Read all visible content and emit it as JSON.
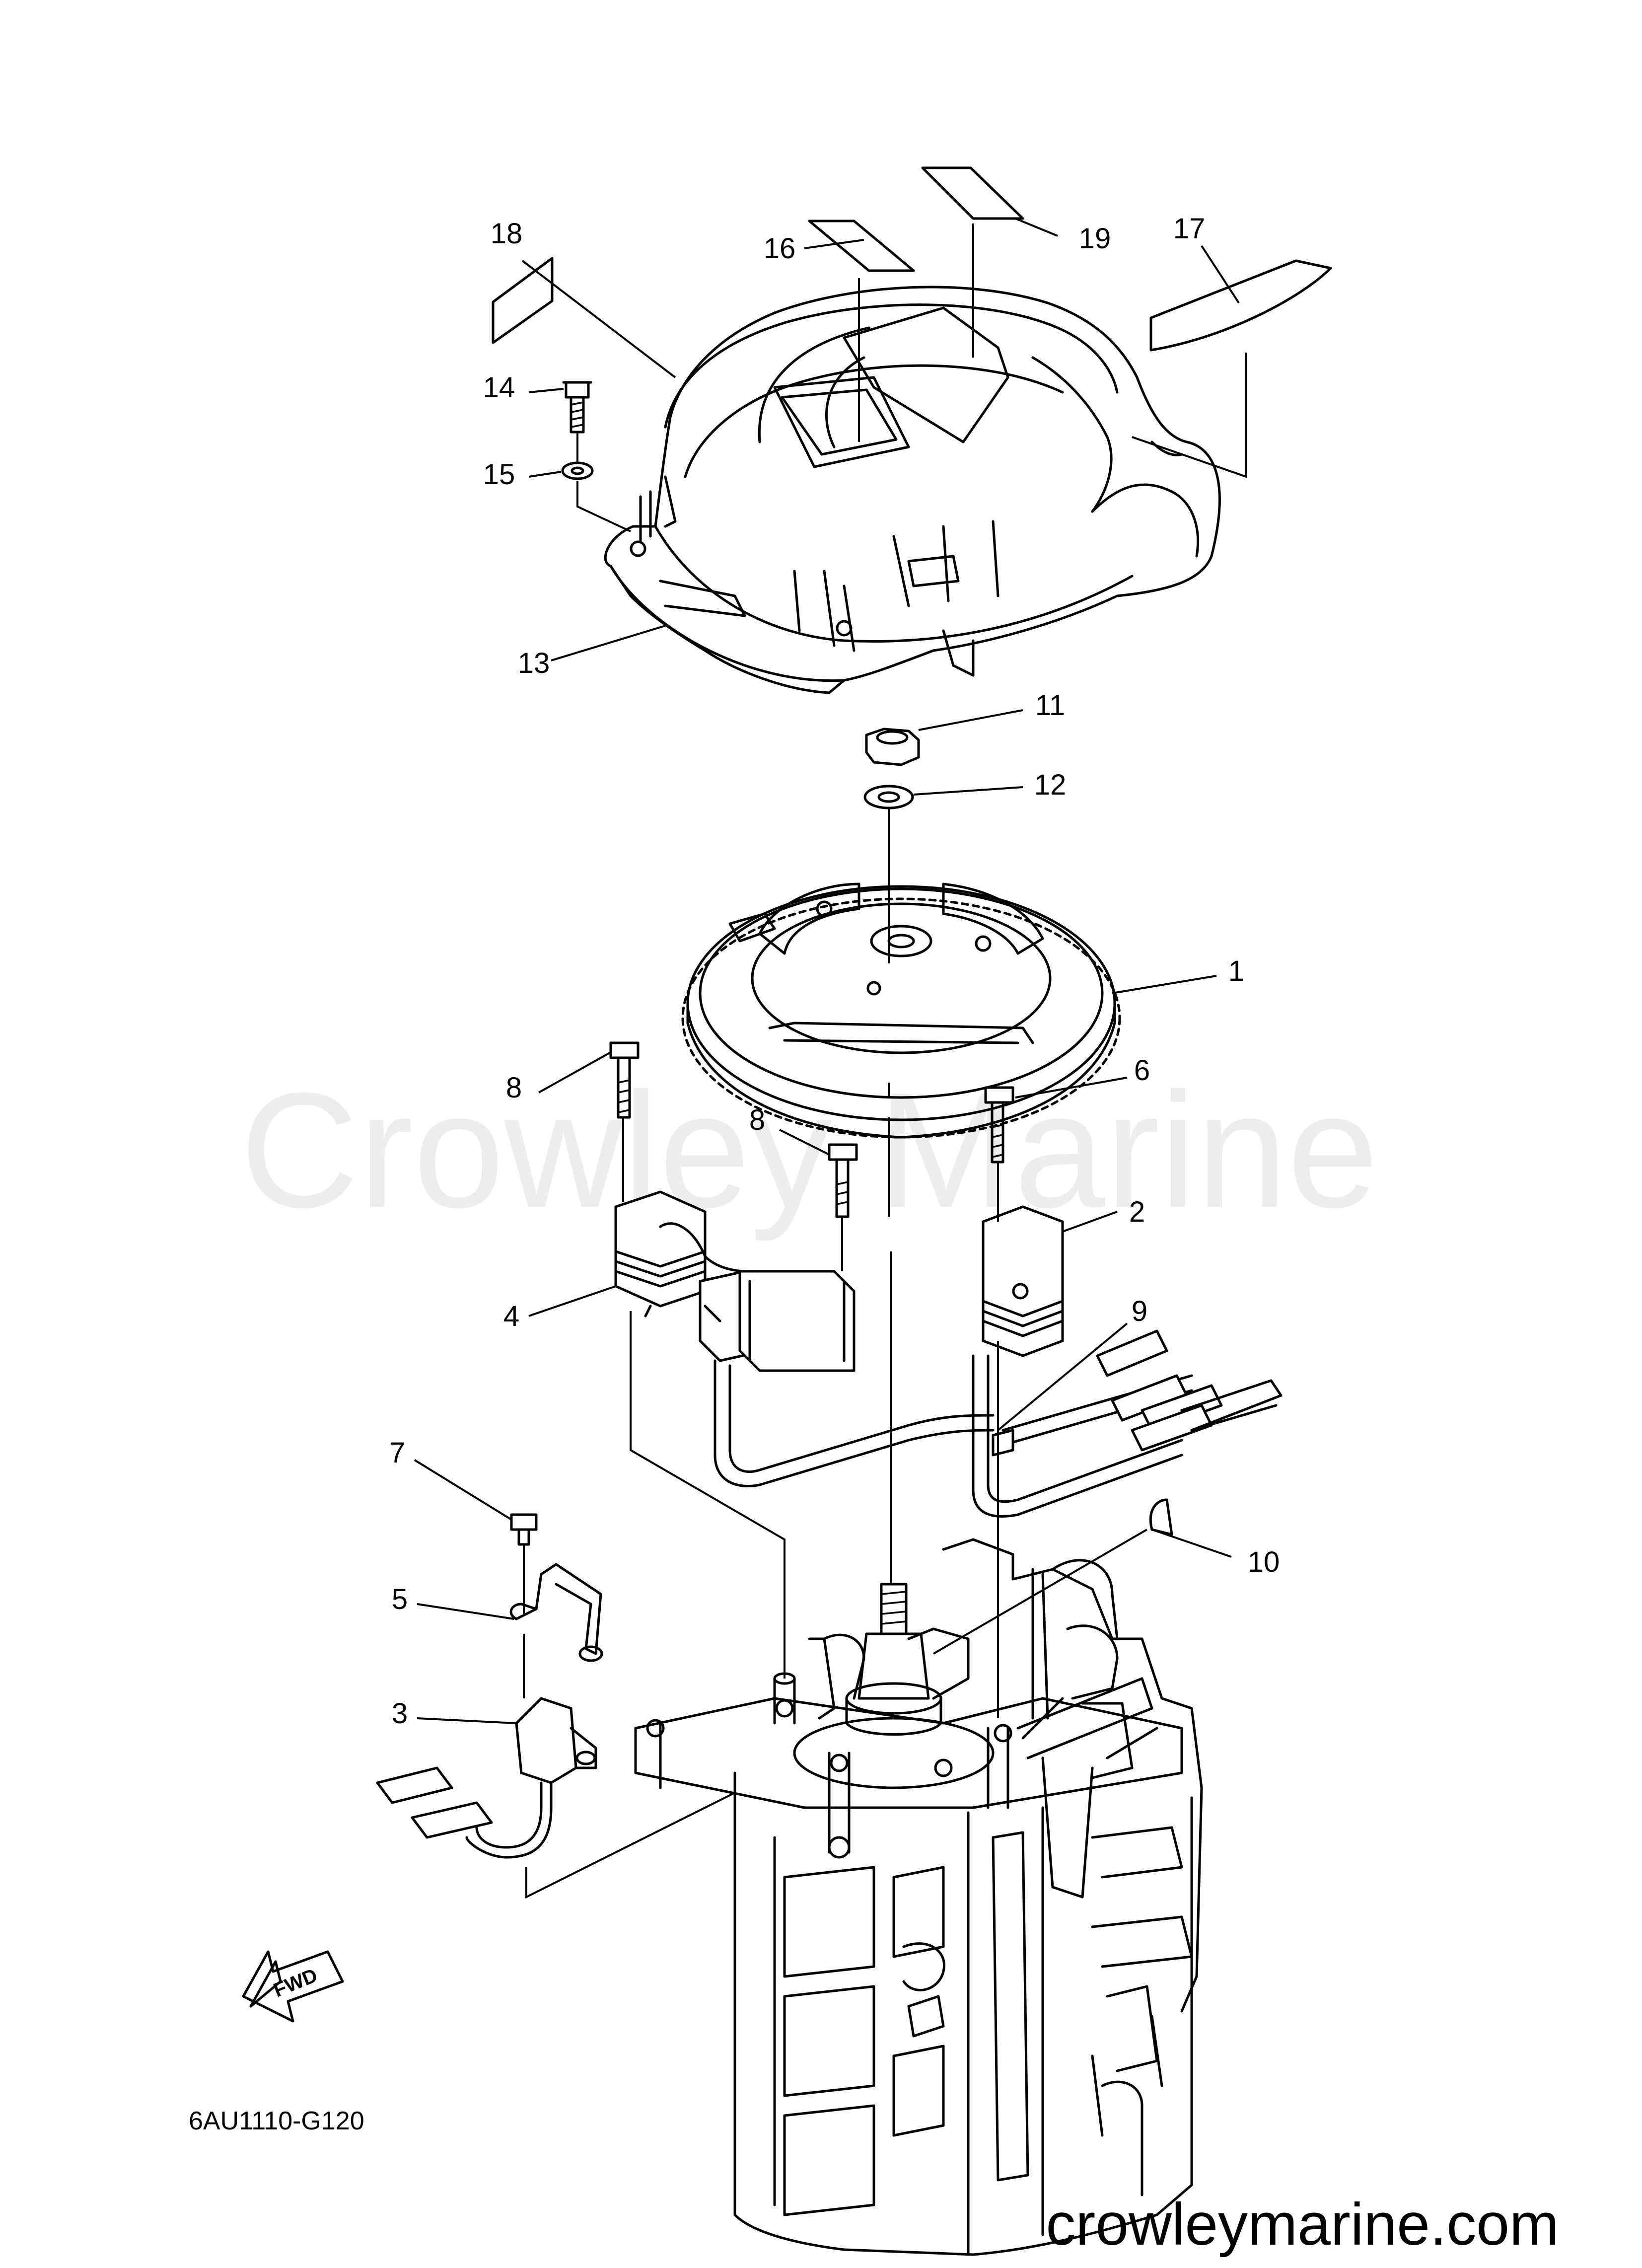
{
  "callouts": {
    "c1": "1",
    "c2": "2",
    "c3": "3",
    "c4": "4",
    "c5": "5",
    "c6": "6",
    "c7": "7",
    "c8a": "8",
    "c8b": "8",
    "c9": "9",
    "c10": "10",
    "c11": "11",
    "c12": "12",
    "c13": "13",
    "c14": "14",
    "c15": "15",
    "c16": "16",
    "c17": "17",
    "c18": "18",
    "c19": "19"
  },
  "watermark": "Crowley Marine",
  "diagram_code": "6AU1110-G120",
  "site_url": "crowleymarine.com",
  "direction_arrow": {
    "label": "FWD",
    "icon": "forward-arrow-icon"
  },
  "colors": {
    "line": "#000000",
    "background": "#ffffff"
  }
}
